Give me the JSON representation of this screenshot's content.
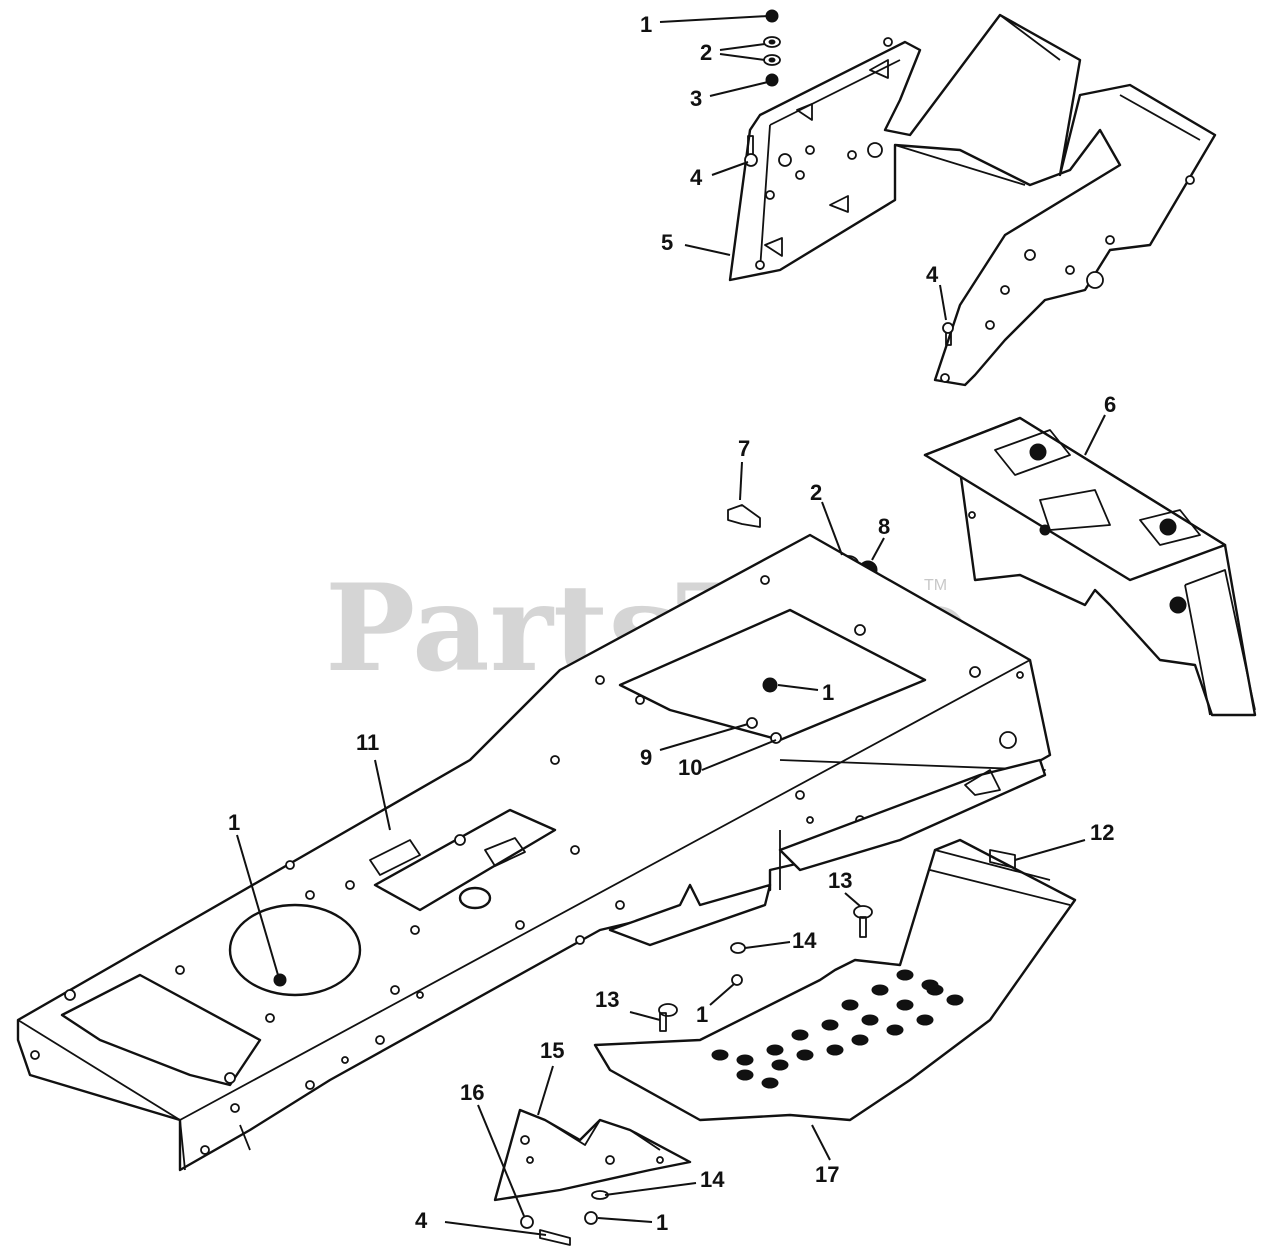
{
  "watermark": {
    "text": "PartsTree",
    "trademark": "TM"
  },
  "callouts": [
    {
      "id": "c-1a",
      "label": "1"
    },
    {
      "id": "c-2a",
      "label": "2"
    },
    {
      "id": "c-3",
      "label": "3"
    },
    {
      "id": "c-4a",
      "label": "4"
    },
    {
      "id": "c-5",
      "label": "5"
    },
    {
      "id": "c-4b",
      "label": "4"
    },
    {
      "id": "c-6",
      "label": "6"
    },
    {
      "id": "c-7",
      "label": "7"
    },
    {
      "id": "c-2b",
      "label": "2"
    },
    {
      "id": "c-8",
      "label": "8"
    },
    {
      "id": "c-1b",
      "label": "1"
    },
    {
      "id": "c-9",
      "label": "9"
    },
    {
      "id": "c-10",
      "label": "10"
    },
    {
      "id": "c-11",
      "label": "11"
    },
    {
      "id": "c-1c",
      "label": "1"
    },
    {
      "id": "c-12",
      "label": "12"
    },
    {
      "id": "c-13a",
      "label": "13"
    },
    {
      "id": "c-14a",
      "label": "14"
    },
    {
      "id": "c-13b",
      "label": "13"
    },
    {
      "id": "c-1d",
      "label": "1"
    },
    {
      "id": "c-15",
      "label": "15"
    },
    {
      "id": "c-16",
      "label": "16"
    },
    {
      "id": "c-17",
      "label": "17"
    },
    {
      "id": "c-14b",
      "label": "14"
    },
    {
      "id": "c-4c",
      "label": "4"
    },
    {
      "id": "c-1e",
      "label": "1"
    }
  ]
}
